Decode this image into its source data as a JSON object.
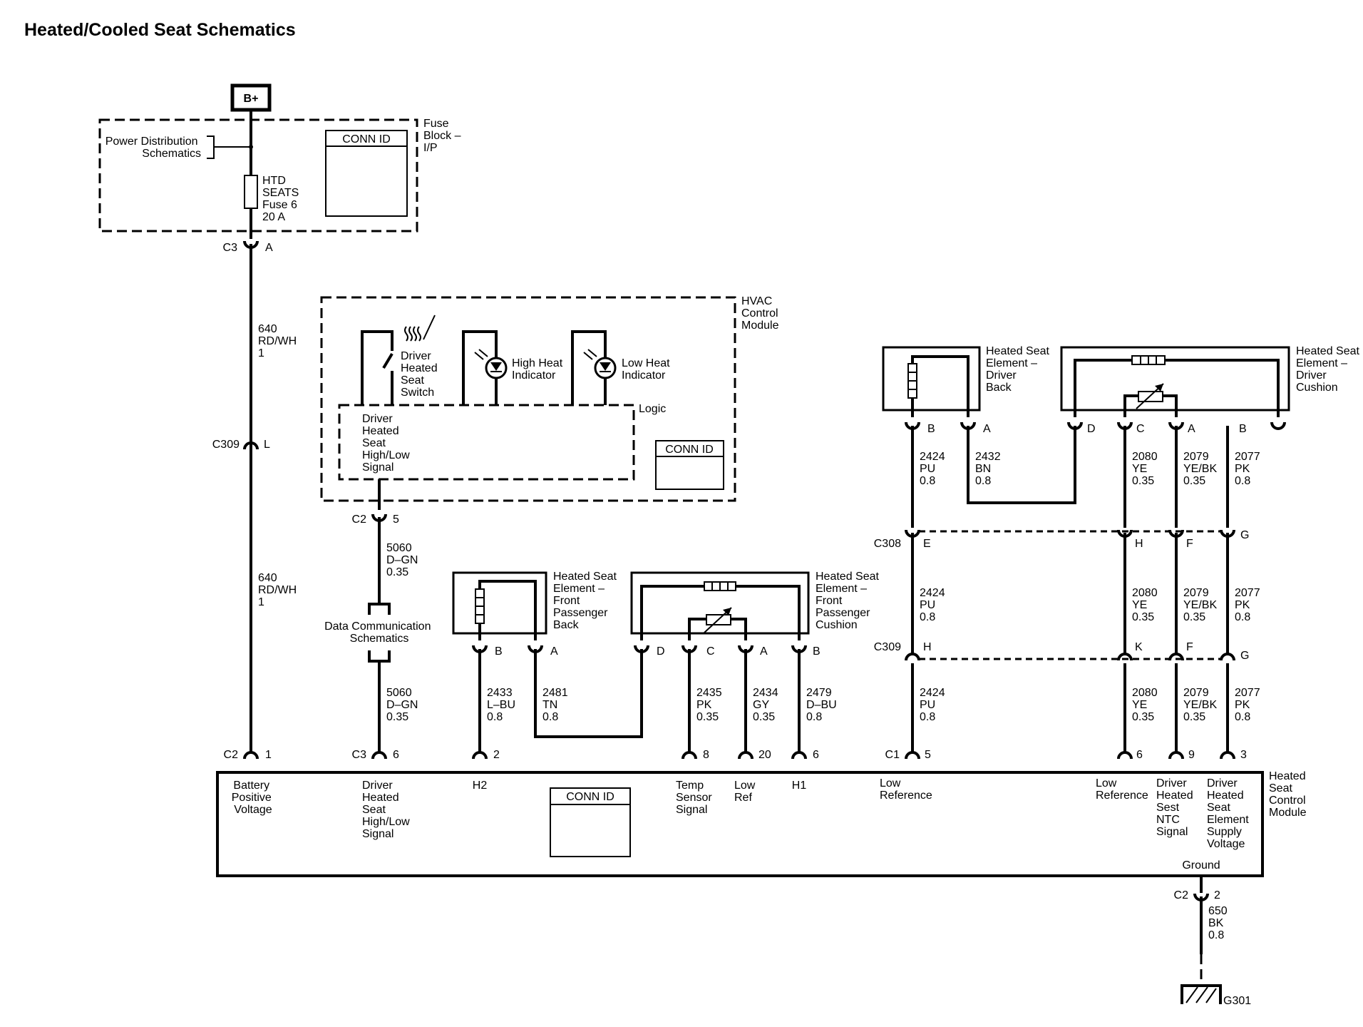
{
  "title": "Heated/Cooled Seat Schematics",
  "power": {
    "battery_label": "B+",
    "fuse_block_label": [
      "Fuse",
      "Block –",
      "I/P"
    ],
    "power_distribution": [
      "Power Distribution",
      "Schematics"
    ],
    "fuse": [
      "HTD",
      "SEATS",
      "Fuse 6",
      "20 A"
    ],
    "conn_id": "CONN ID",
    "c3_conn": "C3",
    "c3_pin": "A"
  },
  "wire_640_a": [
    "640",
    "RD/WH",
    "1"
  ],
  "wire_640_b": [
    "640",
    "RD/WH",
    "1"
  ],
  "c309_left": {
    "conn": "C309",
    "pin": "L"
  },
  "hvac": {
    "module_label": [
      "HVAC",
      "Control",
      "Module"
    ],
    "switch_label": [
      "Driver",
      "Heated",
      "Seat",
      "Switch"
    ],
    "high_heat_label": [
      "High Heat",
      "Indicator"
    ],
    "low_heat_label": [
      "Low Heat",
      "Indicator"
    ],
    "logic_label": "Logic",
    "signal_label": [
      "Driver",
      "Heated",
      "Seat",
      "High/Low",
      "Signal"
    ],
    "conn_id": "CONN ID",
    "c2_conn": "C2",
    "c2_pin": "5"
  },
  "wire_5060_a": [
    "5060",
    "D–GN",
    "0.35"
  ],
  "wire_5060_b": [
    "5060",
    "D–GN",
    "0.35"
  ],
  "data_comm": [
    "Data Communication",
    "Schematics"
  ],
  "fp_back": {
    "label": [
      "Heated Seat",
      "Element –",
      "Front",
      "Passenger",
      "Back"
    ],
    "pin_b": "B",
    "pin_a": "A"
  },
  "fp_cushion": {
    "label": [
      "Heated Seat",
      "Element –",
      "Front",
      "Passenger",
      "Cushion"
    ],
    "pin_d": "D",
    "pin_c": "C",
    "pin_a": "A",
    "pin_b": "B"
  },
  "wires_front": [
    [
      "2433",
      "L–BU",
      "0.8"
    ],
    [
      "2481",
      "TN",
      "0.8"
    ],
    [
      "2435",
      "PK",
      "0.35"
    ],
    [
      "2434",
      "GY",
      "0.35"
    ],
    [
      "2479",
      "D–BU",
      "0.8"
    ]
  ],
  "db_back": {
    "label": [
      "Heated Seat",
      "Element –",
      "Driver",
      "Back"
    ],
    "pin_b": "B",
    "pin_a": "A"
  },
  "db_cushion": {
    "label": [
      "Heated Seat",
      "Element –",
      "Driver",
      "Cushion"
    ],
    "pin_d": "D",
    "pin_c": "C",
    "pin_a": "A",
    "pin_b": "B"
  },
  "wires_driver_top": [
    [
      "2424",
      "PU",
      "0.8"
    ],
    [
      "2432",
      "BN",
      "0.8"
    ],
    [
      "2080",
      "YE",
      "0.35"
    ],
    [
      "2079",
      "YE/BK",
      "0.35"
    ],
    [
      "2077",
      "PK",
      "0.8"
    ]
  ],
  "c308": {
    "conn": "C308",
    "pins": [
      "E",
      "H",
      "F",
      "G"
    ]
  },
  "wires_driver_mid": [
    [
      "2424",
      "PU",
      "0.8"
    ],
    [
      "2080",
      "YE",
      "0.35"
    ],
    [
      "2079",
      "YE/BK",
      "0.35"
    ],
    [
      "2077",
      "PK",
      "0.8"
    ]
  ],
  "c309_right": {
    "conn": "C309",
    "pins": [
      "H",
      "K",
      "F",
      "G"
    ]
  },
  "wires_driver_bottom": [
    [
      "2424",
      "PU",
      "0.8"
    ],
    [
      "2080",
      "YE",
      "0.35"
    ],
    [
      "2079",
      "YE/BK",
      "0.35"
    ],
    [
      "2077",
      "PK",
      "0.8"
    ]
  ],
  "module": {
    "label": [
      "Heated",
      "Seat",
      "Control",
      "Module"
    ],
    "conn_id": "CONN ID",
    "c2_conn": "C2",
    "c3_conn": "C3",
    "c1_conn": "C1",
    "pins": [
      "1",
      "6",
      "2",
      "8",
      "20",
      "6",
      "5",
      "6",
      "9",
      "3"
    ],
    "labels": {
      "battery": [
        "Battery",
        "Positive",
        "Voltage"
      ],
      "driver_signal": [
        "Driver",
        "Heated",
        "Seat",
        "High/Low",
        "Signal"
      ],
      "h2": "H2",
      "temp": [
        "Temp",
        "Sensor",
        "Signal"
      ],
      "low_ref": [
        "Low",
        "Ref"
      ],
      "h1": "H1",
      "low_reference_1": [
        "Low",
        "Reference"
      ],
      "low_reference_2": [
        "Low",
        "Reference"
      ],
      "ntc": [
        "Driver",
        "Heated",
        "Sest",
        "NTC",
        "Signal"
      ],
      "supply": [
        "Driver",
        "Heated",
        "Seat",
        "Element",
        "Supply",
        "Voltage"
      ],
      "ground": "Ground"
    }
  },
  "ground": {
    "c2_conn": "C2",
    "c2_pin": "2",
    "wire": [
      "650",
      "BK",
      "0.8"
    ],
    "label": "G301"
  }
}
